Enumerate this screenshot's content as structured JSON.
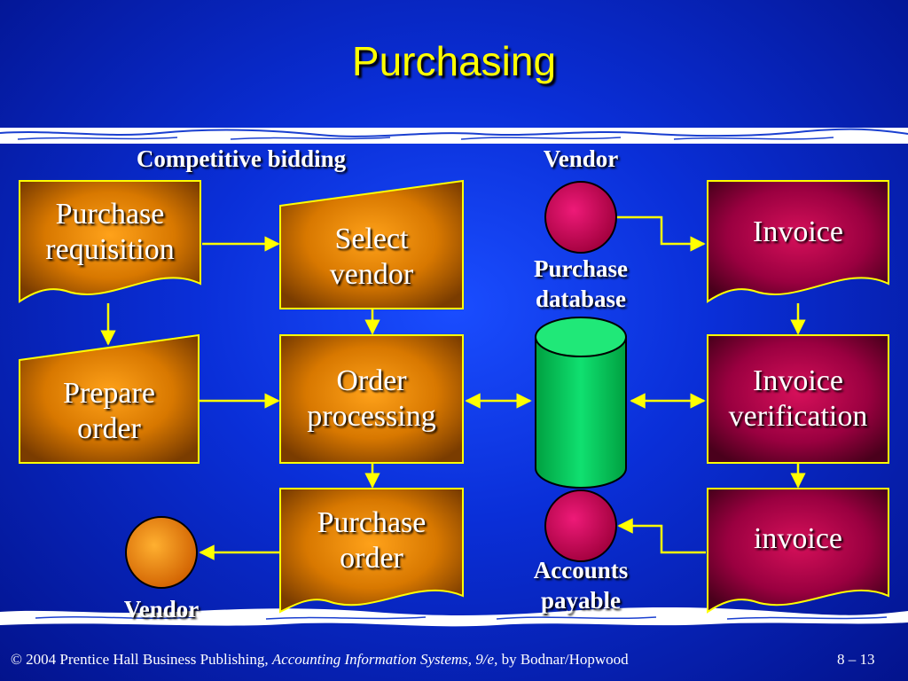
{
  "slide": {
    "title": "Purchasing",
    "colors": {
      "title": "#ffff00",
      "orange_node": "#e88a00",
      "magenta_node": "#c0004a",
      "database": "#00c060",
      "connector": "#ffff00",
      "background": "#0a2fd8"
    }
  },
  "labels": {
    "competitive_bidding": "Competitive bidding",
    "vendor_top": "Vendor",
    "purchase_database_1": "Purchase",
    "purchase_database_2": "database",
    "accounts_payable_1": "Accounts",
    "accounts_payable_2": "payable",
    "vendor_bottom": "Vendor"
  },
  "nodes": {
    "purchase_requisition": [
      "Purchase",
      "requisition"
    ],
    "select_vendor": [
      "Select",
      "vendor"
    ],
    "prepare_order": [
      "Prepare",
      "order"
    ],
    "order_processing": [
      "Order",
      "processing"
    ],
    "purchase_order": [
      "Purchase",
      "order"
    ],
    "invoice": "Invoice",
    "invoice_verification": [
      "Invoice",
      "verification"
    ],
    "invoice_lower": "invoice"
  },
  "footer": {
    "left_prefix": "© 2004 Prentice Hall Business Publishing, ",
    "left_italic": "Accounting Information Systems, 9/e",
    "left_suffix": ", by Bodnar/Hopwood",
    "right": "8 – 13"
  }
}
